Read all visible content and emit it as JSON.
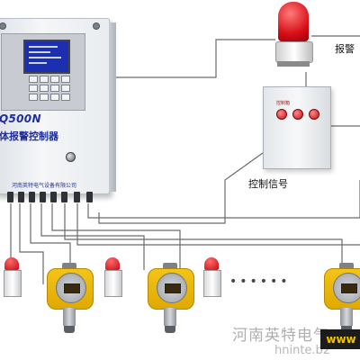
{
  "controller": {
    "model": "Q500N",
    "title": "体报警控制器",
    "company": "河南英特电气设备有限公司"
  },
  "labels": {
    "alarm": "报警",
    "control_signal": "控制信号"
  },
  "relay_box": {
    "label": "控制箱"
  },
  "watermark": {
    "text": "河南英特电气",
    "url": "hninte.b2",
    "logo": "www"
  },
  "icons": {
    "controller": "gas-alarm-controller-icon",
    "beacon": "alarm-beacon-icon",
    "relay_box": "relay-control-box-icon",
    "detector": "gas-detector-icon",
    "sounder": "sound-light-alarm-icon"
  },
  "colors": {
    "controller_text": "#1f2e9c",
    "lcd": "#1b2fb0",
    "alarm_red": "#d8101a",
    "detector_yellow": "#f3c417",
    "wire": "#6b6b6b"
  }
}
